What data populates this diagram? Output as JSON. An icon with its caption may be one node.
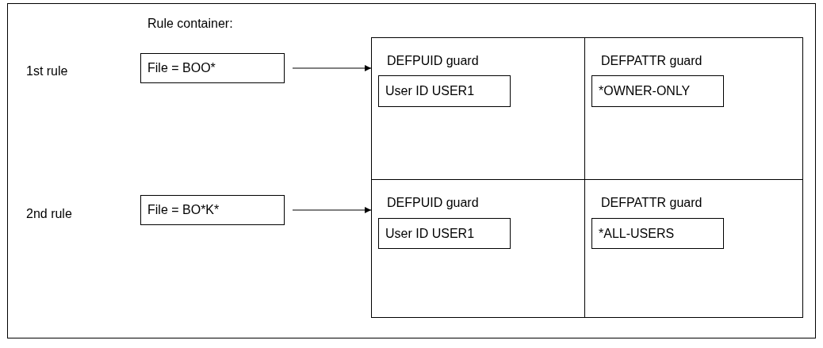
{
  "diagram": {
    "nodes": [
      {
        "text": [
          "Rule container:"
        ]
      },
      {
        "text": [
          "File = BOO*"
        ],
        "in": 0
      },
      {
        "text": [
          "File = BO*K*"
        ],
        "in": 0
      },
      {
        "text": [
          "DEFPUID guard"
        ],
        "in": 0
      },
      {
        "text": [
          "User ID USER1"
        ],
        "in": 3
      },
      {
        "text": [
          "DEFPATTR guard"
        ],
        "in": 0
      },
      {
        "text": [
          "*OWNER-ONLY"
        ],
        "in": 5
      },
      {
        "text": [
          "DEFPUID guard"
        ],
        "in": 0
      },
      {
        "text": [
          "User ID USER1"
        ],
        "in": 7
      },
      {
        "text": [
          "DEFPATTR guard"
        ],
        "in": 0
      },
      {
        "text": [
          "*ALL-USERS"
        ],
        "in": 9
      }
    ],
    "edges": [
      {
        "from": 1,
        "to": 3,
        "arrow": "to"
      },
      {
        "from": 2,
        "to": 7,
        "arrow": "to"
      }
    ],
    "labels": [
      "1st rule",
      "2nd rule"
    ]
  }
}
